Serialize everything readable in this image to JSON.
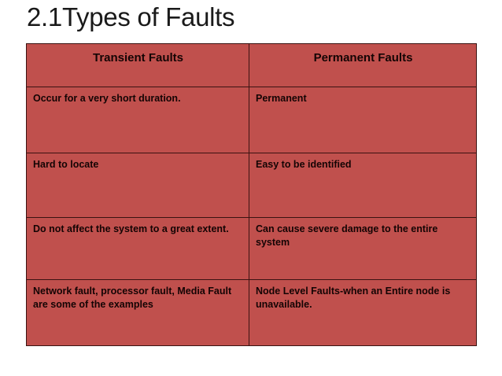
{
  "slide": {
    "title": "2.1Types of Faults",
    "background_color": "#FFFFFF",
    "title_color": "#1A1A1A"
  },
  "table": {
    "fill_color": "#C0504D",
    "border_color": "#3A1211",
    "text_color": "#140404",
    "columns": [
      {
        "header": "Transient Faults"
      },
      {
        "header": "Permanent Faults"
      }
    ],
    "rows": [
      {
        "transient": "Occur for a very short duration.",
        "permanent": "Permanent"
      },
      {
        "transient": "Hard to locate",
        "permanent": "Easy to be identified"
      },
      {
        "transient": "Do not affect the system to a great extent.",
        "permanent": "Can cause severe damage to the entire system"
      },
      {
        "transient": "Network fault, processor fault, Media Fault are some of the examples",
        "permanent": "Node Level Faults-when an Entire node is unavailable."
      }
    ]
  }
}
